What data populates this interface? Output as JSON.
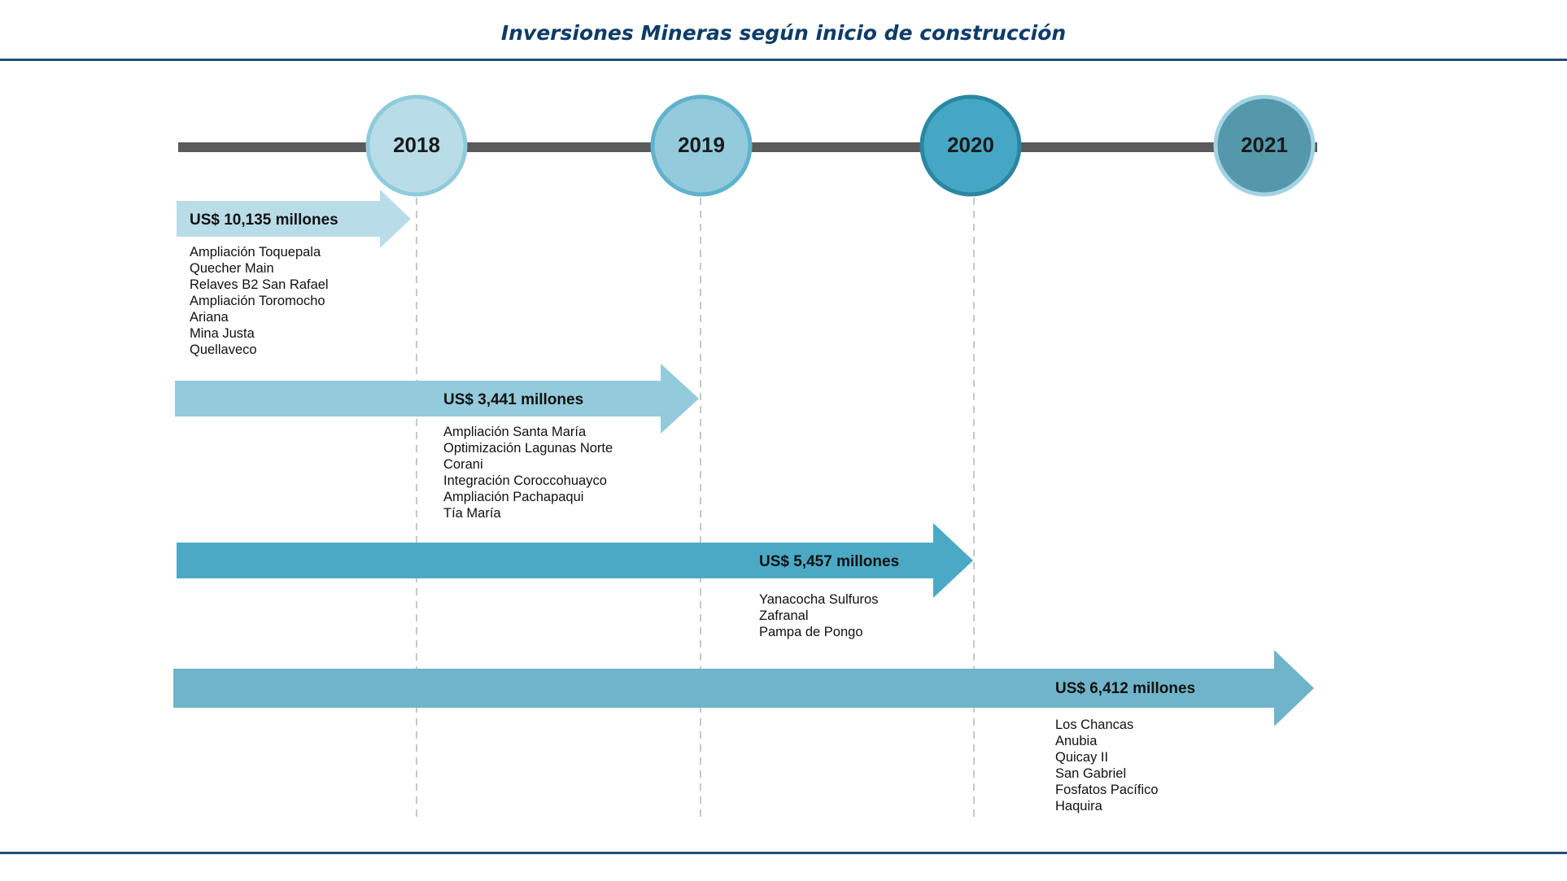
{
  "title": "Inversiones Mineras según inicio de construcción",
  "colors": {
    "title": "#0e3c68",
    "rule": "#1f4e79",
    "timeline_bar": "#5a5a5a",
    "guide_line": "#c8c8c8"
  },
  "years": [
    {
      "label": "2018",
      "fill": "#b9dde8",
      "ring": "#8ecbdd"
    },
    {
      "label": "2019",
      "fill": "#93cadc",
      "ring": "#5fb2cd"
    },
    {
      "label": "2020",
      "fill": "#45a7c4",
      "ring": "#2b86a2"
    },
    {
      "label": "2021",
      "fill": "#5597ab",
      "ring": "#a3d3e2"
    }
  ],
  "investments": [
    {
      "amount": "US$ 10,135 millones",
      "color": "#b9dde8",
      "projects": [
        "Ampliación Toquepala",
        "Quecher Main",
        "Relaves B2 San Rafael",
        "Ampliación Toromocho",
        "Ariana",
        "Mina Justa",
        "Quellaveco"
      ]
    },
    {
      "amount": "US$ 3,441 millones",
      "color": "#93cadc",
      "projects": [
        "Ampliación Santa María",
        "Optimización Lagunas Norte",
        "Corani",
        "Integración Coroccohuayco",
        "Ampliación Pachapaqui",
        "Tía María"
      ]
    },
    {
      "amount": "US$ 5,457 millones",
      "color": "#4aaac6",
      "projects": [
        "Yanacocha Sulfuros",
        "Zafranal",
        "Pampa de Pongo"
      ]
    },
    {
      "amount": "US$ 6,412 millones",
      "color": "#6fb4ca",
      "projects": [
        "Los Chancas",
        "Anubia",
        "Quicay II",
        "San Gabriel",
        "Fosfatos Pacífico",
        "Haquira"
      ]
    }
  ]
}
